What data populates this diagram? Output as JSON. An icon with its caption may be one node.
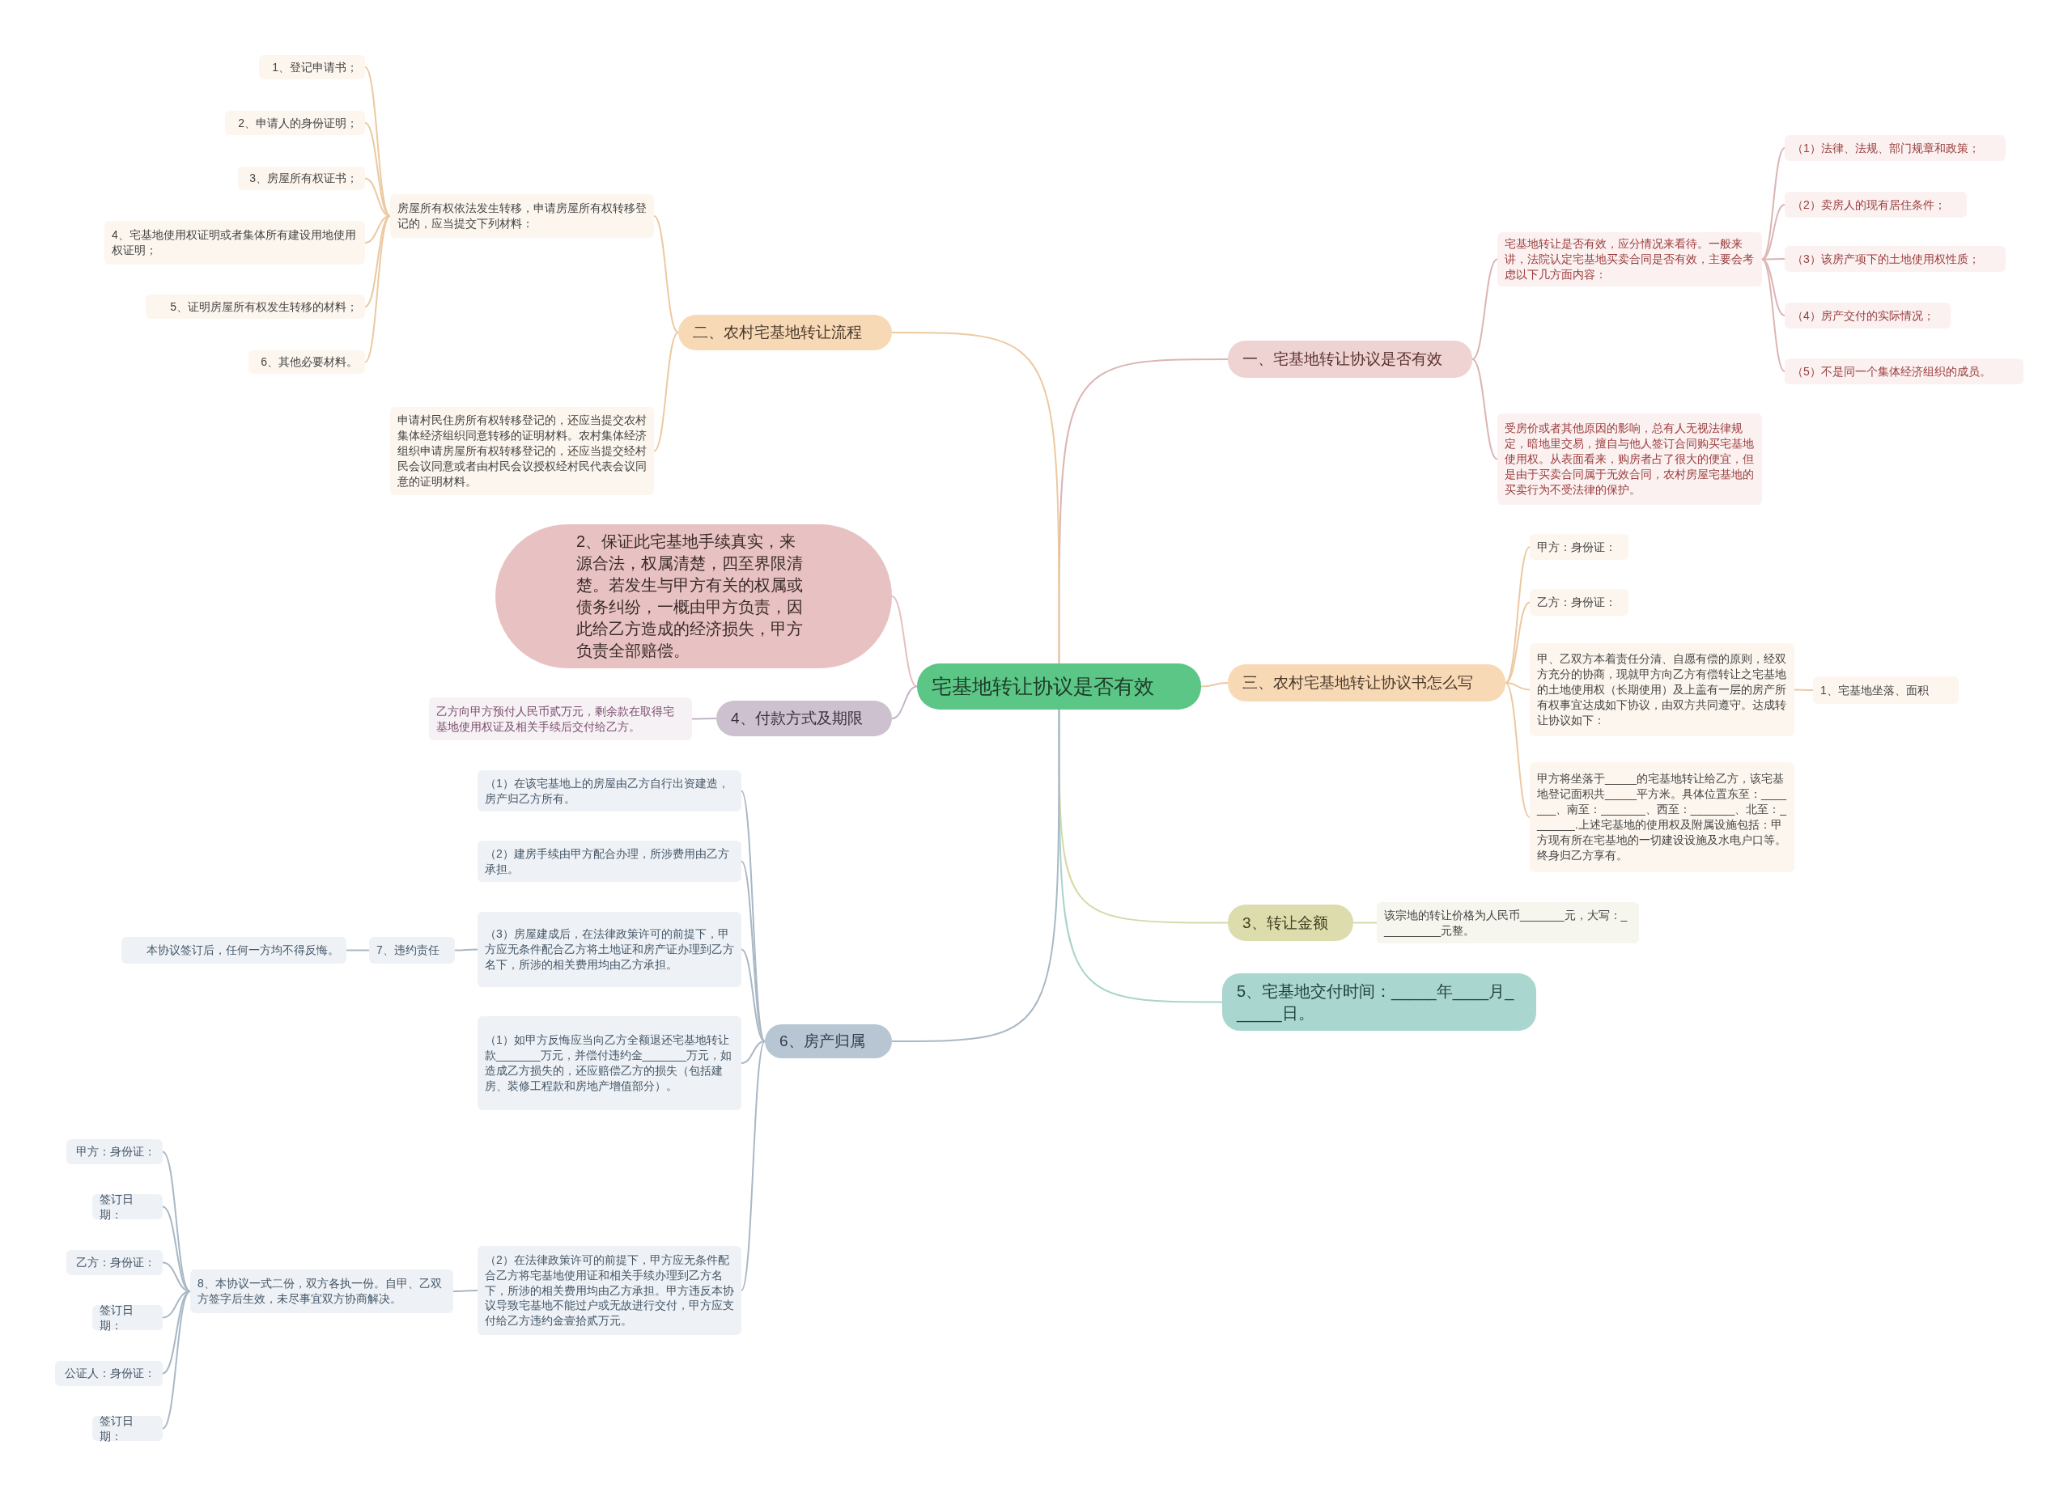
{
  "diagram": {
    "nodes": [
      {
        "text": [
          "宅基地转让协议是否有效"
        ]
      },
      {
        "text": [
          "一、宅基地转让协议是否有效"
        ]
      },
      {
        "text": [
          "宅基地转让是否有效，应分情况来看待。一般来讲，法院认定宅基地买卖合同是否有效，主要会考虑以下几方面内容："
        ]
      },
      {
        "text": [
          "（1）法律、法规、部门规章和政策；"
        ]
      },
      {
        "text": [
          "（2）卖房人的现有居住条件；"
        ]
      },
      {
        "text": [
          "（3）该房产项下的土地使用权性质；"
        ]
      },
      {
        "text": [
          "（4）房产交付的实际情况；"
        ]
      },
      {
        "text": [
          "（5）不是同一个集体经济组织的成员。"
        ]
      },
      {
        "text": [
          "受房价或者其他原因的影响，总有人无视法律规定，暗地里交易，擅自与他人签订合同购买宅基地使用权。从表面看来，购房者占了很大的便宜，但是由于买卖合同属于无效合同，农村房屋宅基地的买卖行为不受法律的保护。"
        ]
      },
      {
        "text": [
          "三、农村宅基地转让协议书怎么写"
        ]
      },
      {
        "text": [
          "甲方：身份证："
        ]
      },
      {
        "text": [
          "乙方：身份证："
        ]
      },
      {
        "text": [
          "甲、乙双方本着责任分清、自愿有偿的原则，经双方充分的协商，现就甲方向乙方有偿转让之宅基地的土地使用权（长期使用）及上盖有一层的房产所有权事宜达成如下协议，由双方共同遵守。达成转让协议如下："
        ]
      },
      {
        "text": [
          "1、宅基地坐落、面积"
        ]
      },
      {
        "text": [
          "甲方将坐落于_____的宅基地转让给乙方，该宅基地登记面积共_____平方米。具体位置东至：_______、南至：_______、西至：_______、北至：_______.上述宅基地的使用权及附属设施包括：甲方现有所在宅基地的一切建设设施及水电户口等。终身归乙方享有。"
        ]
      },
      {
        "text": [
          "3、转让金额"
        ]
      },
      {
        "text": [
          "该宗地的转让价格为人民币_______元，大写：__________元整。"
        ]
      },
      {
        "text": [
          "5、宅基地交付时间：_____年____月______日。"
        ]
      },
      {
        "text": [
          "二、农村宅基地转让流程"
        ]
      },
      {
        "text": [
          "房屋所有权依法发生转移，申请房屋所有权转移登记的，应当提交下列材料："
        ]
      },
      {
        "text": [
          "1、登记申请书；"
        ]
      },
      {
        "text": [
          "2、申请人的身份证明；"
        ]
      },
      {
        "text": [
          "3、房屋所有权证书；"
        ]
      },
      {
        "text": [
          "4、宅基地使用权证明或者集体所有建设用地使用权证明；"
        ]
      },
      {
        "text": [
          "5、证明房屋所有权发生转移的材料；"
        ]
      },
      {
        "text": [
          "6、其他必要材料。"
        ]
      },
      {
        "text": [
          "申请村民住房所有权转移登记的，还应当提交农村集体经济组织同意转移的证明材料。农村集体经济组织申请房屋所有权转移登记的，还应当提交经村民会议同意或者由村民会议授权经村民代表会议同意的证明材料。"
        ]
      },
      {
        "text": [
          "2、保证此宅基地手续真实，来源合法，权属清楚，四至界限清楚。若发生与甲方有关的权属或债务纠纷，一概由甲方负责，因此给乙方造成的经济损失，甲方负责全部赔偿。"
        ]
      },
      {
        "text": [
          "4、付款方式及期限"
        ]
      },
      {
        "text": [
          "乙方向甲方预付人民币贰万元，剩余款在取得宅基地使用权证及相关手续后交付给乙方。"
        ]
      },
      {
        "text": [
          "6、房产归属"
        ]
      },
      {
        "text": [
          "（1）在该宅基地上的房屋由乙方自行出资建造，房产归乙方所有。"
        ]
      },
      {
        "text": [
          "（2）建房手续由甲方配合办理，所涉费用由乙方承担。"
        ]
      },
      {
        "text": [
          "（3）房屋建成后，在法律政策许可的前提下，甲方应无条件配合乙方将土地证和房产证办理到乙方名下，所涉的相关费用均由乙方承担。"
        ]
      },
      {
        "text": [
          "7、违约责任"
        ]
      },
      {
        "text": [
          "本协议签订后，任何一方均不得反悔。"
        ]
      },
      {
        "text": [
          "（1）如甲方反悔应当向乙方全额退还宅基地转让款_______万元，并偿付违约金_______万元，如造成乙方损失的，还应赔偿乙方的损失（包括建房、装修工程款和房地产增值部分）。"
        ]
      },
      {
        "text": [
          "（2）在法律政策许可的前提下，甲方应无条件配合乙方将宅基地使用证和相关手续办理到乙方名下，所涉的相关费用均由乙方承担。甲方违反本协议导致宅基地不能过户或无故进行交付，甲方应支付给乙方违约金壹拾贰万元。"
        ]
      },
      {
        "text": [
          "8、本协议一式二份，双方各执一份。自甲、乙双方签字后生效，未尽事宜双方协商解决。"
        ]
      },
      {
        "text": [
          "甲方：身份证："
        ]
      },
      {
        "text": [
          "签订日期："
        ]
      },
      {
        "text": [
          "乙方：身份证："
        ]
      },
      {
        "text": [
          "签订日期："
        ]
      },
      {
        "text": [
          "公证人：身份证："
        ]
      },
      {
        "text": [
          "签订日期："
        ]
      }
    ],
    "edges": [
      {
        "from": 0,
        "to": 1,
        "arrow": "none",
        "color": "#dcb4b4"
      },
      {
        "from": 1,
        "to": 2,
        "arrow": "none",
        "color": "#dcb4b4"
      },
      {
        "from": 2,
        "to": 3,
        "arrow": "none",
        "color": "#dcb4b4"
      },
      {
        "from": 2,
        "to": 4,
        "arrow": "none",
        "color": "#dcb4b4"
      },
      {
        "from": 2,
        "to": 5,
        "arrow": "none",
        "color": "#dcb4b4"
      },
      {
        "from": 2,
        "to": 6,
        "arrow": "none",
        "color": "#dcb4b4"
      },
      {
        "from": 2,
        "to": 7,
        "arrow": "none",
        "color": "#dcb4b4"
      },
      {
        "from": 1,
        "to": 8,
        "arrow": "none",
        "color": "#dcb4b4"
      },
      {
        "from": 0,
        "to": 9,
        "arrow": "none",
        "color": "#ecc9a0"
      },
      {
        "from": 9,
        "to": 10,
        "arrow": "none",
        "color": "#ecc9a0"
      },
      {
        "from": 9,
        "to": 11,
        "arrow": "none",
        "color": "#ecc9a0"
      },
      {
        "from": 9,
        "to": 12,
        "arrow": "none",
        "color": "#ecc9a0"
      },
      {
        "from": 12,
        "to": 13,
        "arrow": "none",
        "color": "#ecc9a0"
      },
      {
        "from": 9,
        "to": 14,
        "arrow": "none",
        "color": "#ecc9a0"
      },
      {
        "from": 0,
        "to": 15,
        "arrow": "none",
        "color": "#d8d8a8"
      },
      {
        "from": 15,
        "to": 16,
        "arrow": "none",
        "color": "#d8d8a8"
      },
      {
        "from": 0,
        "to": 17,
        "arrow": "none",
        "color": "#a8d4cc"
      },
      {
        "from": 0,
        "to": 18,
        "arrow": "none",
        "color": "#ecc9a0"
      },
      {
        "from": 18,
        "to": 19,
        "arrow": "none",
        "color": "#ecc9a0"
      },
      {
        "from": 19,
        "to": 20,
        "arrow": "none",
        "color": "#ecc9a0"
      },
      {
        "from": 19,
        "to": 21,
        "arrow": "none",
        "color": "#ecc9a0"
      },
      {
        "from": 19,
        "to": 22,
        "arrow": "none",
        "color": "#ecc9a0"
      },
      {
        "from": 19,
        "to": 23,
        "arrow": "none",
        "color": "#ecc9a0"
      },
      {
        "from": 19,
        "to": 24,
        "arrow": "none",
        "color": "#ecc9a0"
      },
      {
        "from": 19,
        "to": 25,
        "arrow": "none",
        "color": "#ecc9a0"
      },
      {
        "from": 18,
        "to": 26,
        "arrow": "none",
        "color": "#ecc9a0"
      },
      {
        "from": 0,
        "to": 27,
        "arrow": "none",
        "color": "#e6c0c0"
      },
      {
        "from": 0,
        "to": 28,
        "arrow": "none",
        "color": "#c2b5c8"
      },
      {
        "from": 28,
        "to": 29,
        "arrow": "none",
        "color": "#c2b5c8"
      },
      {
        "from": 0,
        "to": 30,
        "arrow": "none",
        "color": "#a9b8c6"
      },
      {
        "from": 30,
        "to": 31,
        "arrow": "none",
        "color": "#a9b8c6"
      },
      {
        "from": 30,
        "to": 32,
        "arrow": "none",
        "color": "#a9b8c6"
      },
      {
        "from": 30,
        "to": 33,
        "arrow": "none",
        "color": "#a9b8c6"
      },
      {
        "from": 33,
        "to": 34,
        "arrow": "none",
        "color": "#a9b8c6"
      },
      {
        "from": 34,
        "to": 35,
        "arrow": "none",
        "color": "#a9b8c6"
      },
      {
        "from": 30,
        "to": 36,
        "arrow": "none",
        "color": "#a9b8c6"
      },
      {
        "from": 30,
        "to": 37,
        "arrow": "none",
        "color": "#a9b8c6"
      },
      {
        "from": 37,
        "to": 38,
        "arrow": "none",
        "color": "#a9b8c6"
      },
      {
        "from": 38,
        "to": 39,
        "arrow": "none",
        "color": "#a9b8c6"
      },
      {
        "from": 38,
        "to": 40,
        "arrow": "none",
        "color": "#a9b8c6"
      },
      {
        "from": 38,
        "to": 41,
        "arrow": "none",
        "color": "#a9b8c6"
      },
      {
        "from": 38,
        "to": 42,
        "arrow": "none",
        "color": "#a9b8c6"
      },
      {
        "from": 38,
        "to": 43,
        "arrow": "none",
        "color": "#a9b8c6"
      },
      {
        "from": 38,
        "to": 44,
        "arrow": "none",
        "color": "#a9b8c6"
      }
    ]
  }
}
